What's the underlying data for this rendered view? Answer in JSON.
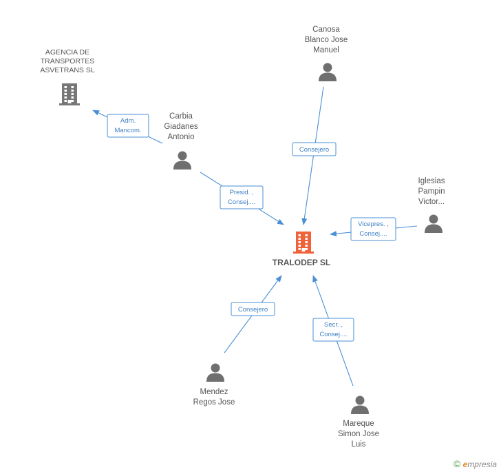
{
  "center": {
    "name": "TRALODEP SL",
    "color": "#f0623a"
  },
  "company_nodes": [
    {
      "id": "agencia",
      "lines": [
        "AGENCIA DE",
        "TRANSPORTES",
        "ASVETRANS  SL"
      ],
      "color": "#777777"
    }
  ],
  "person_nodes": [
    {
      "id": "canosa",
      "lines": [
        "Canosa",
        "Blanco Jose",
        "Manuel"
      ]
    },
    {
      "id": "carbia",
      "lines": [
        "Carbia",
        "Giadanes",
        "Antonio"
      ]
    },
    {
      "id": "iglesias",
      "lines": [
        "Iglesias",
        "Pampin",
        "Victor..."
      ]
    },
    {
      "id": "mendez",
      "lines": [
        "Mendez",
        "Regos Jose"
      ]
    },
    {
      "id": "mareque",
      "lines": [
        "Mareque",
        "Simon Jose",
        "Luis"
      ]
    }
  ],
  "edges": [
    {
      "from": "canosa",
      "to": "center",
      "label": [
        "Consejero"
      ]
    },
    {
      "from": "carbia",
      "to": "center",
      "label": [
        "Presid. ,",
        "Consej...."
      ]
    },
    {
      "from": "carbia",
      "to": "agencia",
      "label": [
        "Adm.",
        "Mancom."
      ]
    },
    {
      "from": "iglesias",
      "to": "center",
      "label": [
        "Vicepres. ,",
        "Consej...."
      ]
    },
    {
      "from": "mendez",
      "to": "center",
      "label": [
        "Consejero"
      ]
    },
    {
      "from": "mareque",
      "to": "center",
      "label": [
        "Secr. ,",
        "Consej...."
      ]
    }
  ],
  "colors": {
    "edge": "#4a8fd6",
    "person_icon": "#6f6f6f"
  },
  "watermark": {
    "symbol": "©",
    "e": "e",
    "rest": "mpresia"
  }
}
